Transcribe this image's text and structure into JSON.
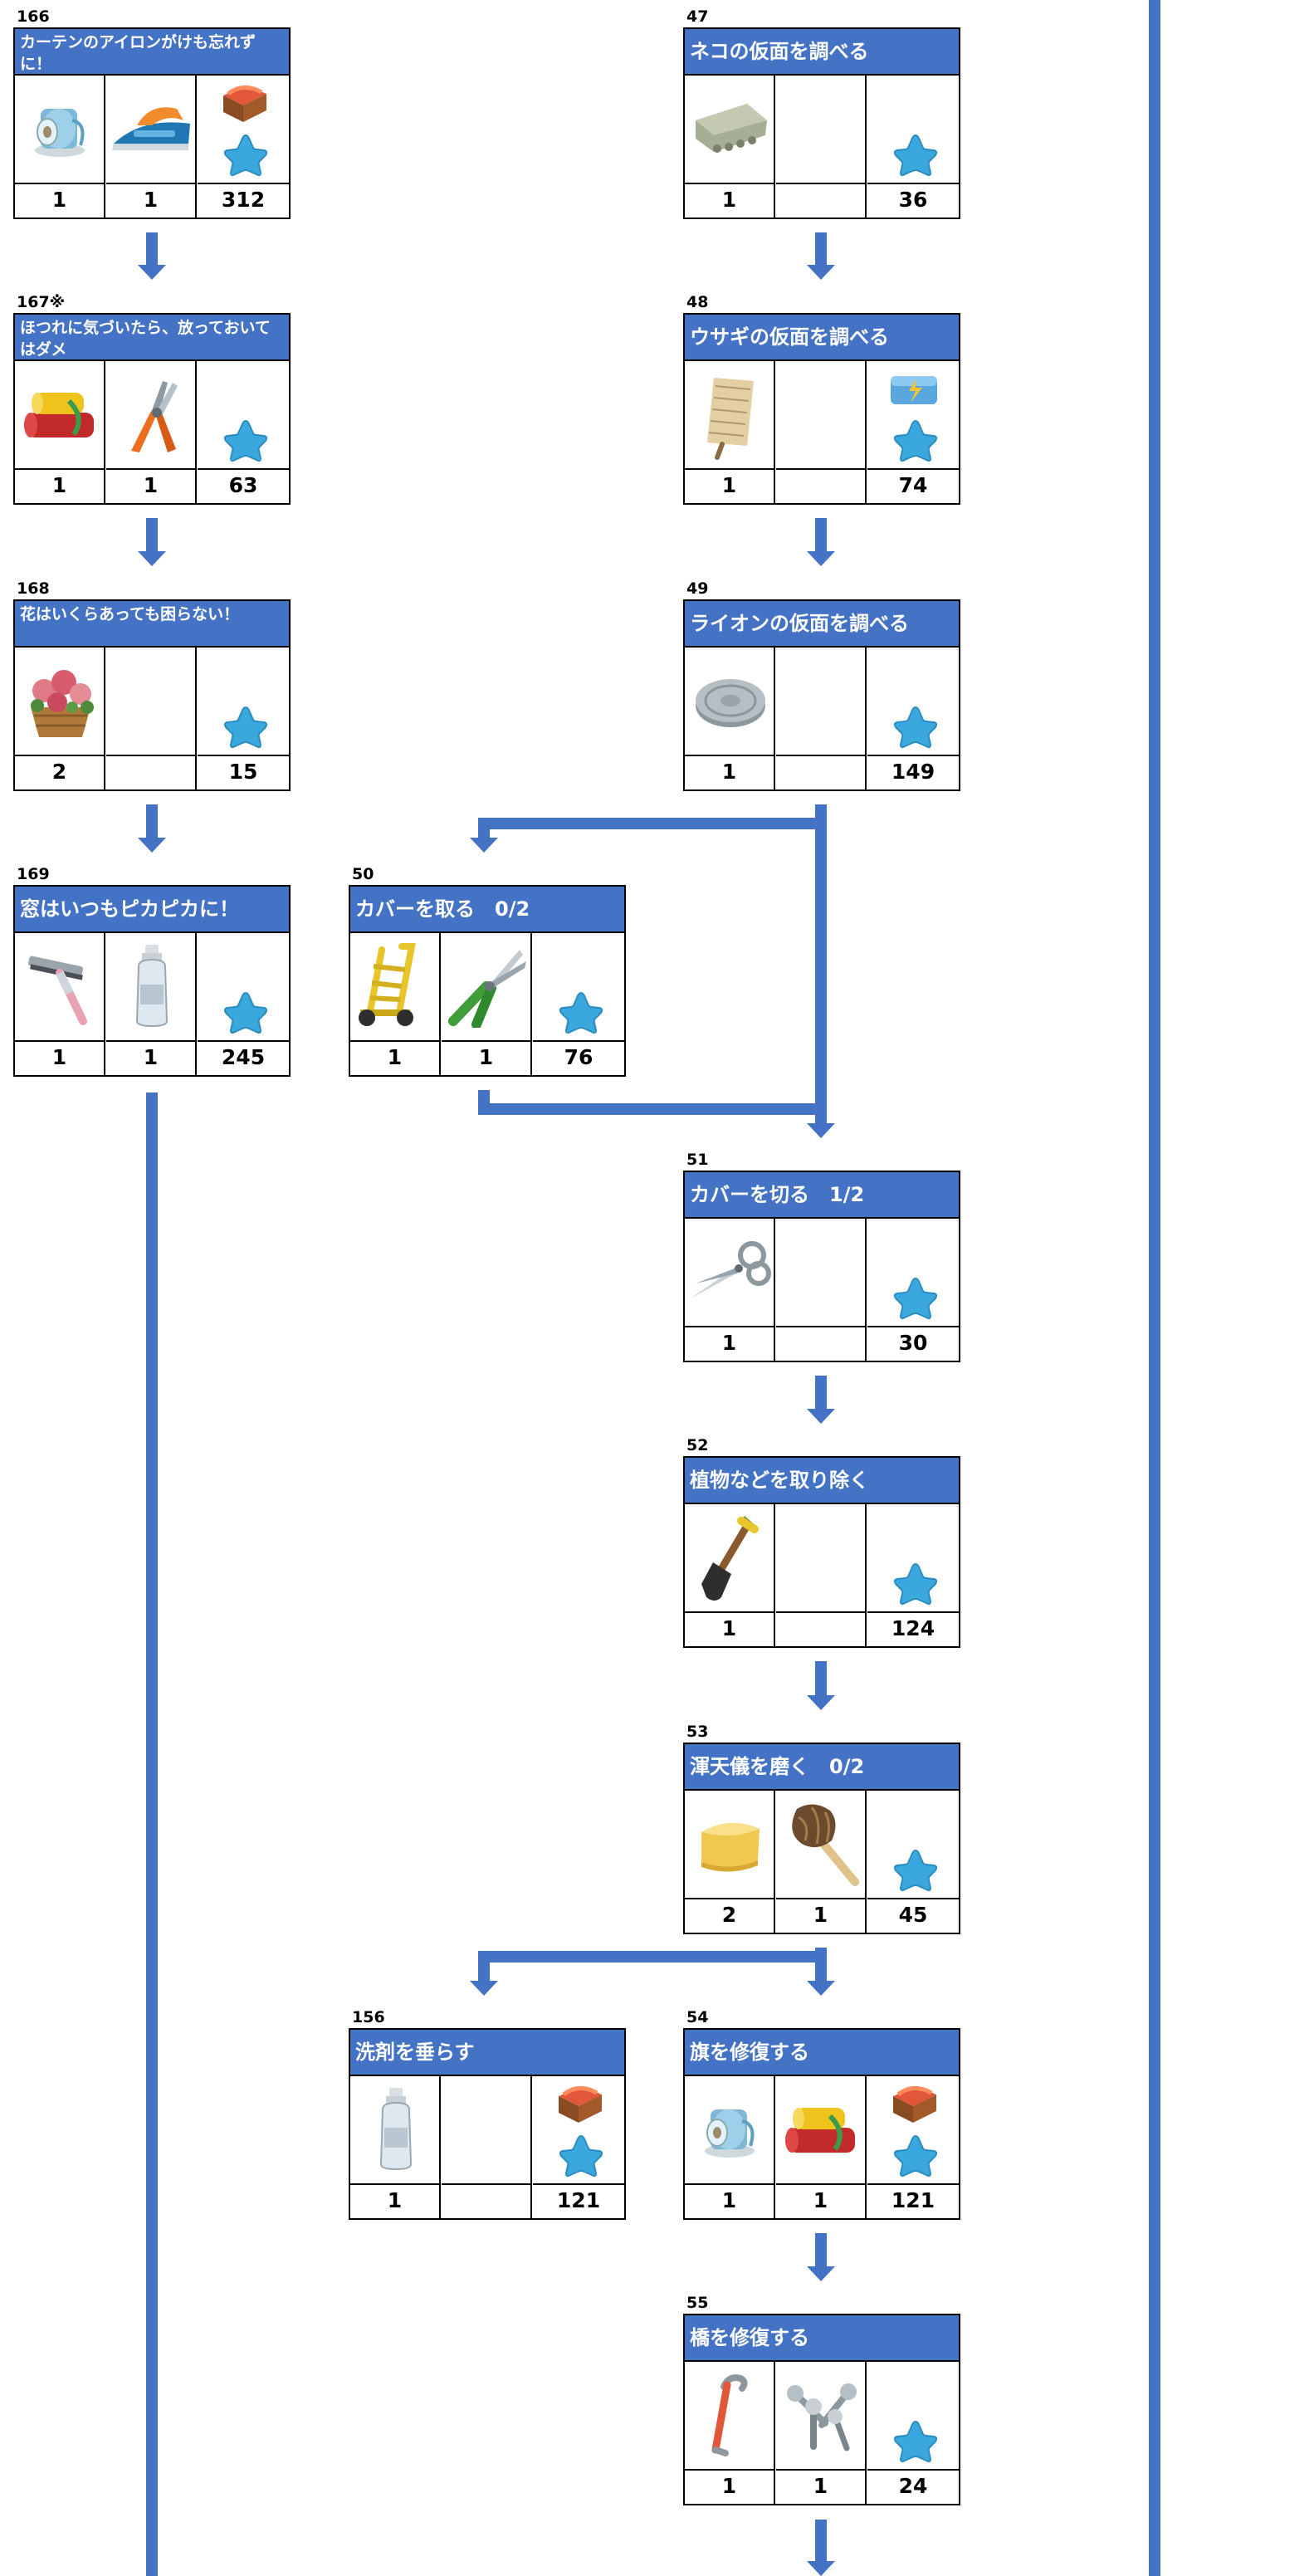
{
  "nodes": [
    {
      "key": "n166",
      "id": "166",
      "title": "カーテンのアイロンがけも忘れずに！",
      "small": true,
      "icons": [
        "thread-spool-icon",
        "iron-icon",
        "fabric-box-icon"
      ],
      "qty": [
        "1",
        "1",
        "312"
      ]
    },
    {
      "key": "n167",
      "id": "167※",
      "title": "ほつれに気づいたら、放っておいてはダメ",
      "small": true,
      "icons": [
        "fabric-rolls-icon",
        "pliers-icon",
        ""
      ],
      "qty": [
        "1",
        "1",
        "63"
      ]
    },
    {
      "key": "n168",
      "id": "168",
      "title": "花はいくらあっても困らない！",
      "small": true,
      "icons": [
        "flower-basket-icon",
        "",
        ""
      ],
      "qty": [
        "2",
        "",
        "15"
      ]
    },
    {
      "key": "n169",
      "id": "169",
      "title": "窓はいつもピカピカに！",
      "small": false,
      "icons": [
        "squeegee-icon",
        "spray-bottle-icon",
        ""
      ],
      "qty": [
        "1",
        "1",
        "245"
      ]
    },
    {
      "key": "n47",
      "id": "47",
      "title": "ネコの仮面を調べる",
      "small": false,
      "icons": [
        "rubble-icon",
        "",
        ""
      ],
      "qty": [
        "1",
        "",
        "36"
      ]
    },
    {
      "key": "n48",
      "id": "48",
      "title": "ウサギの仮面を調べる",
      "small": false,
      "icons": [
        "scroll-icon",
        "",
        "energy-box-icon"
      ],
      "qty": [
        "1",
        "",
        "74"
      ]
    },
    {
      "key": "n49",
      "id": "49",
      "title": "ライオンの仮面を調べる",
      "small": false,
      "icons": [
        "stone-disc-icon",
        "",
        ""
      ],
      "qty": [
        "1",
        "",
        "149"
      ]
    },
    {
      "key": "n50",
      "id": "50",
      "title": "カバーを取る　0/2",
      "small": false,
      "icons": [
        "hand-truck-icon",
        "pruning-shears-icon",
        ""
      ],
      "qty": [
        "1",
        "1",
        "76"
      ]
    },
    {
      "key": "n51",
      "id": "51",
      "title": "カバーを切る　1/2",
      "small": false,
      "icons": [
        "scissors-icon",
        "",
        ""
      ],
      "qty": [
        "1",
        "",
        "30"
      ]
    },
    {
      "key": "n52",
      "id": "52",
      "title": "植物などを取り除く",
      "small": false,
      "icons": [
        "shovel-icon",
        "",
        ""
      ],
      "qty": [
        "1",
        "",
        "124"
      ]
    },
    {
      "key": "n53",
      "id": "53",
      "title": "渾天儀を磨く　0/2",
      "small": false,
      "icons": [
        "sponge-icon",
        "feather-duster-icon",
        ""
      ],
      "qty": [
        "2",
        "1",
        "45"
      ]
    },
    {
      "key": "n156",
      "id": "156",
      "title": "洗剤を垂らす",
      "small": false,
      "icons": [
        "spray-bottle-icon",
        "",
        "fabric-box-icon"
      ],
      "qty": [
        "1",
        "",
        "121"
      ]
    },
    {
      "key": "n54",
      "id": "54",
      "title": "旗を修復する",
      "small": false,
      "icons": [
        "thread-spool-icon",
        "fabric-rolls-icon",
        "fabric-box-icon"
      ],
      "qty": [
        "1",
        "1",
        "121"
      ]
    },
    {
      "key": "n55",
      "id": "55",
      "title": "橋を修復する",
      "small": false,
      "icons": [
        "crowbar-icon",
        "screws-icon",
        ""
      ],
      "qty": [
        "1",
        "1",
        "24"
      ]
    }
  ],
  "star_icon": "star-icon",
  "colors": {
    "accent": "#4472c4",
    "title_text": "#ffffff",
    "border": "#000000",
    "star": "#3aa8dc"
  }
}
